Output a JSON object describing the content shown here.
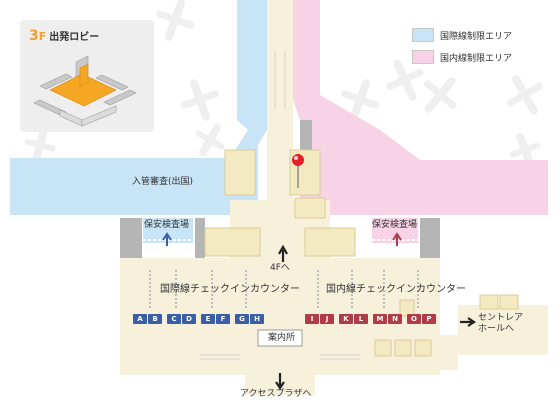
{
  "floor_inset": {
    "floor_number": "3",
    "floor_suffix": "F",
    "floor_name": "出発ロビー",
    "highlight_color": "#f5a623"
  },
  "legend": {
    "items": [
      {
        "label": "国際線制限エリア",
        "color": "#c8e4f7"
      },
      {
        "label": "国内線制限エリア",
        "color": "#f8d3e6"
      }
    ]
  },
  "labels": {
    "immigration": "入管審査(出国)",
    "security_left": "保安検査場",
    "security_right": "保安検査場",
    "to_4f": "4Fへ",
    "intl_checkin": "国際線チェックインカウンター",
    "dom_checkin": "国内線チェックインカウンター",
    "info": "案内所",
    "to_hall": "セントレア\nホールへ",
    "to_access_plaza": "アクセスプラザへ"
  },
  "counters": {
    "international": [
      "A",
      "B",
      "C",
      "D",
      "E",
      "F",
      "G",
      "H"
    ],
    "domestic": [
      "I",
      "J",
      "K",
      "L",
      "M",
      "N",
      "O",
      "P"
    ]
  },
  "colors": {
    "intl_zone": "#c8e4f7",
    "dom_zone": "#f8d3e6",
    "public_area": "#f7f1dc",
    "shop_block": "#f4eac2",
    "intl_badge": "#3a5fa8",
    "dom_badge": "#b23b45",
    "marker": "#e5202a"
  },
  "marker": {
    "name": "current-location-pin"
  }
}
